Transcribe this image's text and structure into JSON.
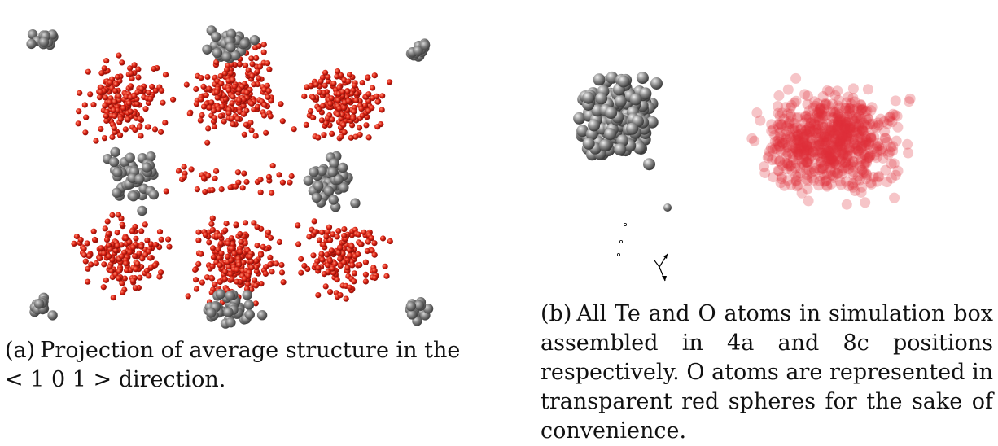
{
  "figure": {
    "panel_a": {
      "label": "(a)",
      "caption": "Projection of average structure in the < 1 0 1 > direction."
    },
    "panel_b": {
      "label": "(b)",
      "caption": "All Te and O atoms in simulation box assembled in 4a and 8c positions respectively. O atoms are represented in transparent red spheres for the sake of convenience."
    }
  },
  "colors": {
    "te_atom": "#7a7a7a",
    "o_atom": "#d81e10",
    "o_atom_transparent": "#e0303a"
  }
}
